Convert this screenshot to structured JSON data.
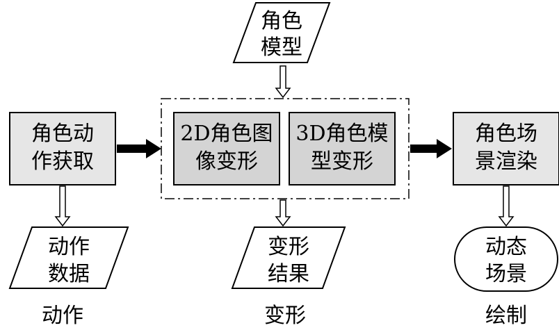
{
  "colors": {
    "box_fill": "#e6e6e6",
    "inner_box_fill": "#d4d4d4",
    "stroke": "#000000",
    "background": "#ffffff"
  },
  "nodes": {
    "char_model": {
      "line1": "角色",
      "line2": "模型"
    },
    "action_acq": {
      "line1": "角色动",
      "line2": "作获取"
    },
    "img2d": {
      "line1": "2D角色图",
      "line2": "像变形"
    },
    "model3d": {
      "line1": "3D角色模",
      "line2": "型变形"
    },
    "scene_render": {
      "line1": "角色场",
      "line2": "景渲染"
    },
    "action_data": {
      "line1": "动作",
      "line2": "数据"
    },
    "deform_result": {
      "line1": "变形",
      "line2": "结果"
    },
    "dynamic_scene": {
      "line1": "动态",
      "line2": "场景"
    }
  },
  "captions": {
    "action": "动作",
    "deform": "变形",
    "draw": "绘制"
  }
}
